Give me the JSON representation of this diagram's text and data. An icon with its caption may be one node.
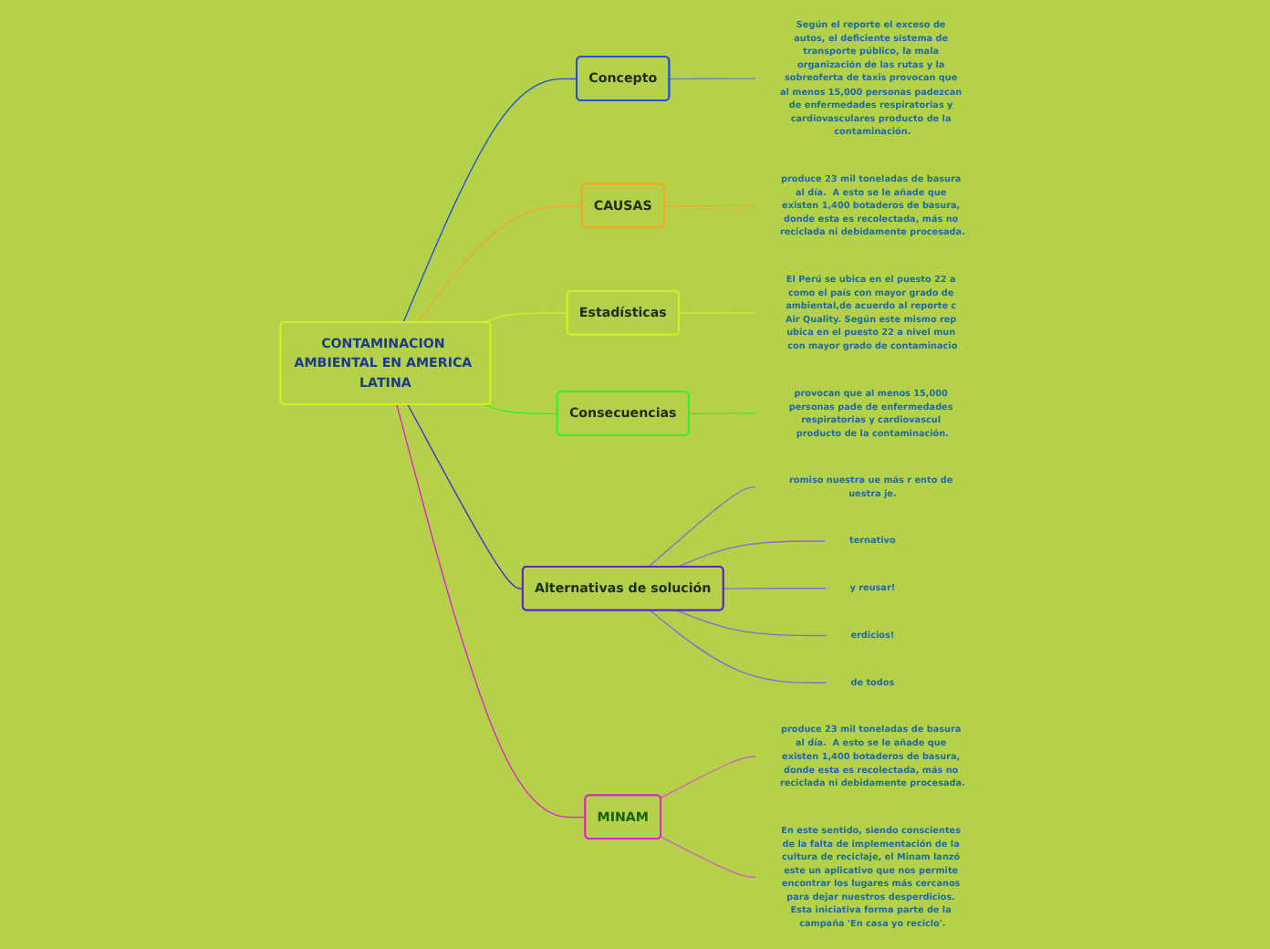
{
  "diagram": {
    "nodes": [
      {
        "text": [
          "CONTAMINACION AMBIENTAL EN AMERICA LATINA"
        ]
      },
      {
        "text": [
          "Concepto"
        ]
      },
      {
        "text": [
          "Según el reporte el exceso de autos, el deficiente sistema de transporte público, la mala organización de las rutas y la sobreoferta de taxis provocan que al menos 15,000 personas padezcan de enfermedades respiratorias y cardiovasculares producto de la contaminación."
        ]
      },
      {
        "text": [
          "CAUSAS"
        ]
      },
      {
        "text": [
          "produce 23 mil toneladas de basura al día.  A esto se le añade que existen 1,400 botaderos de basura, donde esta es recolectada, más no reciclada ni debidamente procesada."
        ]
      },
      {
        "text": [
          "Estadísticas"
        ]
      },
      {
        "text": [
          "El Perú se ubica en el puesto 22 a como el país con mayor grado de ambiental,de acuerdo al reporte c Air Quality. Según este mismo rep ubica en el puesto 22 a nivel mun con mayor grado de contaminacio"
        ]
      },
      {
        "text": [
          "Consecuencias"
        ]
      },
      {
        "text": [
          "provocan que al menos 15,000 personas pade de enfermedades respiratorias y cardiovascul producto de la contaminación."
        ]
      },
      {
        "text": [
          "Alternativas de solución"
        ]
      },
      {
        "text": [
          "romiso nuestra ue más r ento de uestra je."
        ]
      },
      {
        "text": [
          "ternativo"
        ]
      },
      {
        "text": [
          "y reusar!"
        ]
      },
      {
        "text": [
          "erdicios!"
        ]
      },
      {
        "text": [
          "de todos"
        ]
      },
      {
        "text": [
          "MINAM"
        ]
      },
      {
        "text": [
          "produce 23 mil toneladas de basura al día.  A esto se le añade que existen 1,400 botaderos de basura, donde esta es recolectada, más no reciclada ni debidamente procesada."
        ]
      },
      {
        "text": [
          "En este sentido, siendo conscientes de la falta de implementación de la cultura de reciclaje, el Minam lanzó este un aplicativo que nos permite encontrar los lugares más cercanos para dejar nuestros desperdicios. Esta iniciativa forma parte de la campaña 'En casa yo reciclo'."
        ]
      }
    ],
    "edges": [
      {
        "from": 0,
        "to": 1,
        "arrow": "none",
        "color": "#1f4fe0"
      },
      {
        "from": 1,
        "to": 2,
        "arrow": "none",
        "color": "#5a8ab0"
      },
      {
        "from": 0,
        "to": 3,
        "arrow": "none",
        "color": "#f5a623"
      },
      {
        "from": 3,
        "to": 4,
        "arrow": "none",
        "color": "#f5a623"
      },
      {
        "from": 0,
        "to": 5,
        "arrow": "none",
        "color": "#d4f020"
      },
      {
        "from": 5,
        "to": 6,
        "arrow": "none",
        "color": "#d4f020"
      },
      {
        "from": 0,
        "to": 7,
        "arrow": "none",
        "color": "#33ee33"
      },
      {
        "from": 7,
        "to": 8,
        "arrow": "none",
        "color": "#33ee33"
      },
      {
        "from": 0,
        "to": 9,
        "arrow": "none",
        "color": "#5a1fd0"
      },
      {
        "from": 9,
        "to": 10,
        "arrow": "none",
        "color": "#8a6ad0"
      },
      {
        "from": 9,
        "to": 11,
        "arrow": "none",
        "color": "#8a6ad0"
      },
      {
        "from": 9,
        "to": 12,
        "arrow": "none",
        "color": "#8a6ad0"
      },
      {
        "from": 9,
        "to": 13,
        "arrow": "none",
        "color": "#8a6ad0"
      },
      {
        "from": 9,
        "to": 14,
        "arrow": "none",
        "color": "#8a6ad0"
      },
      {
        "from": 0,
        "to": 15,
        "arrow": "none",
        "color": "#e020d0"
      },
      {
        "from": 15,
        "to": 16,
        "arrow": "none",
        "color": "#d060c0"
      },
      {
        "from": 15,
        "to": 17,
        "arrow": "none",
        "color": "#d060c0"
      }
    ]
  }
}
